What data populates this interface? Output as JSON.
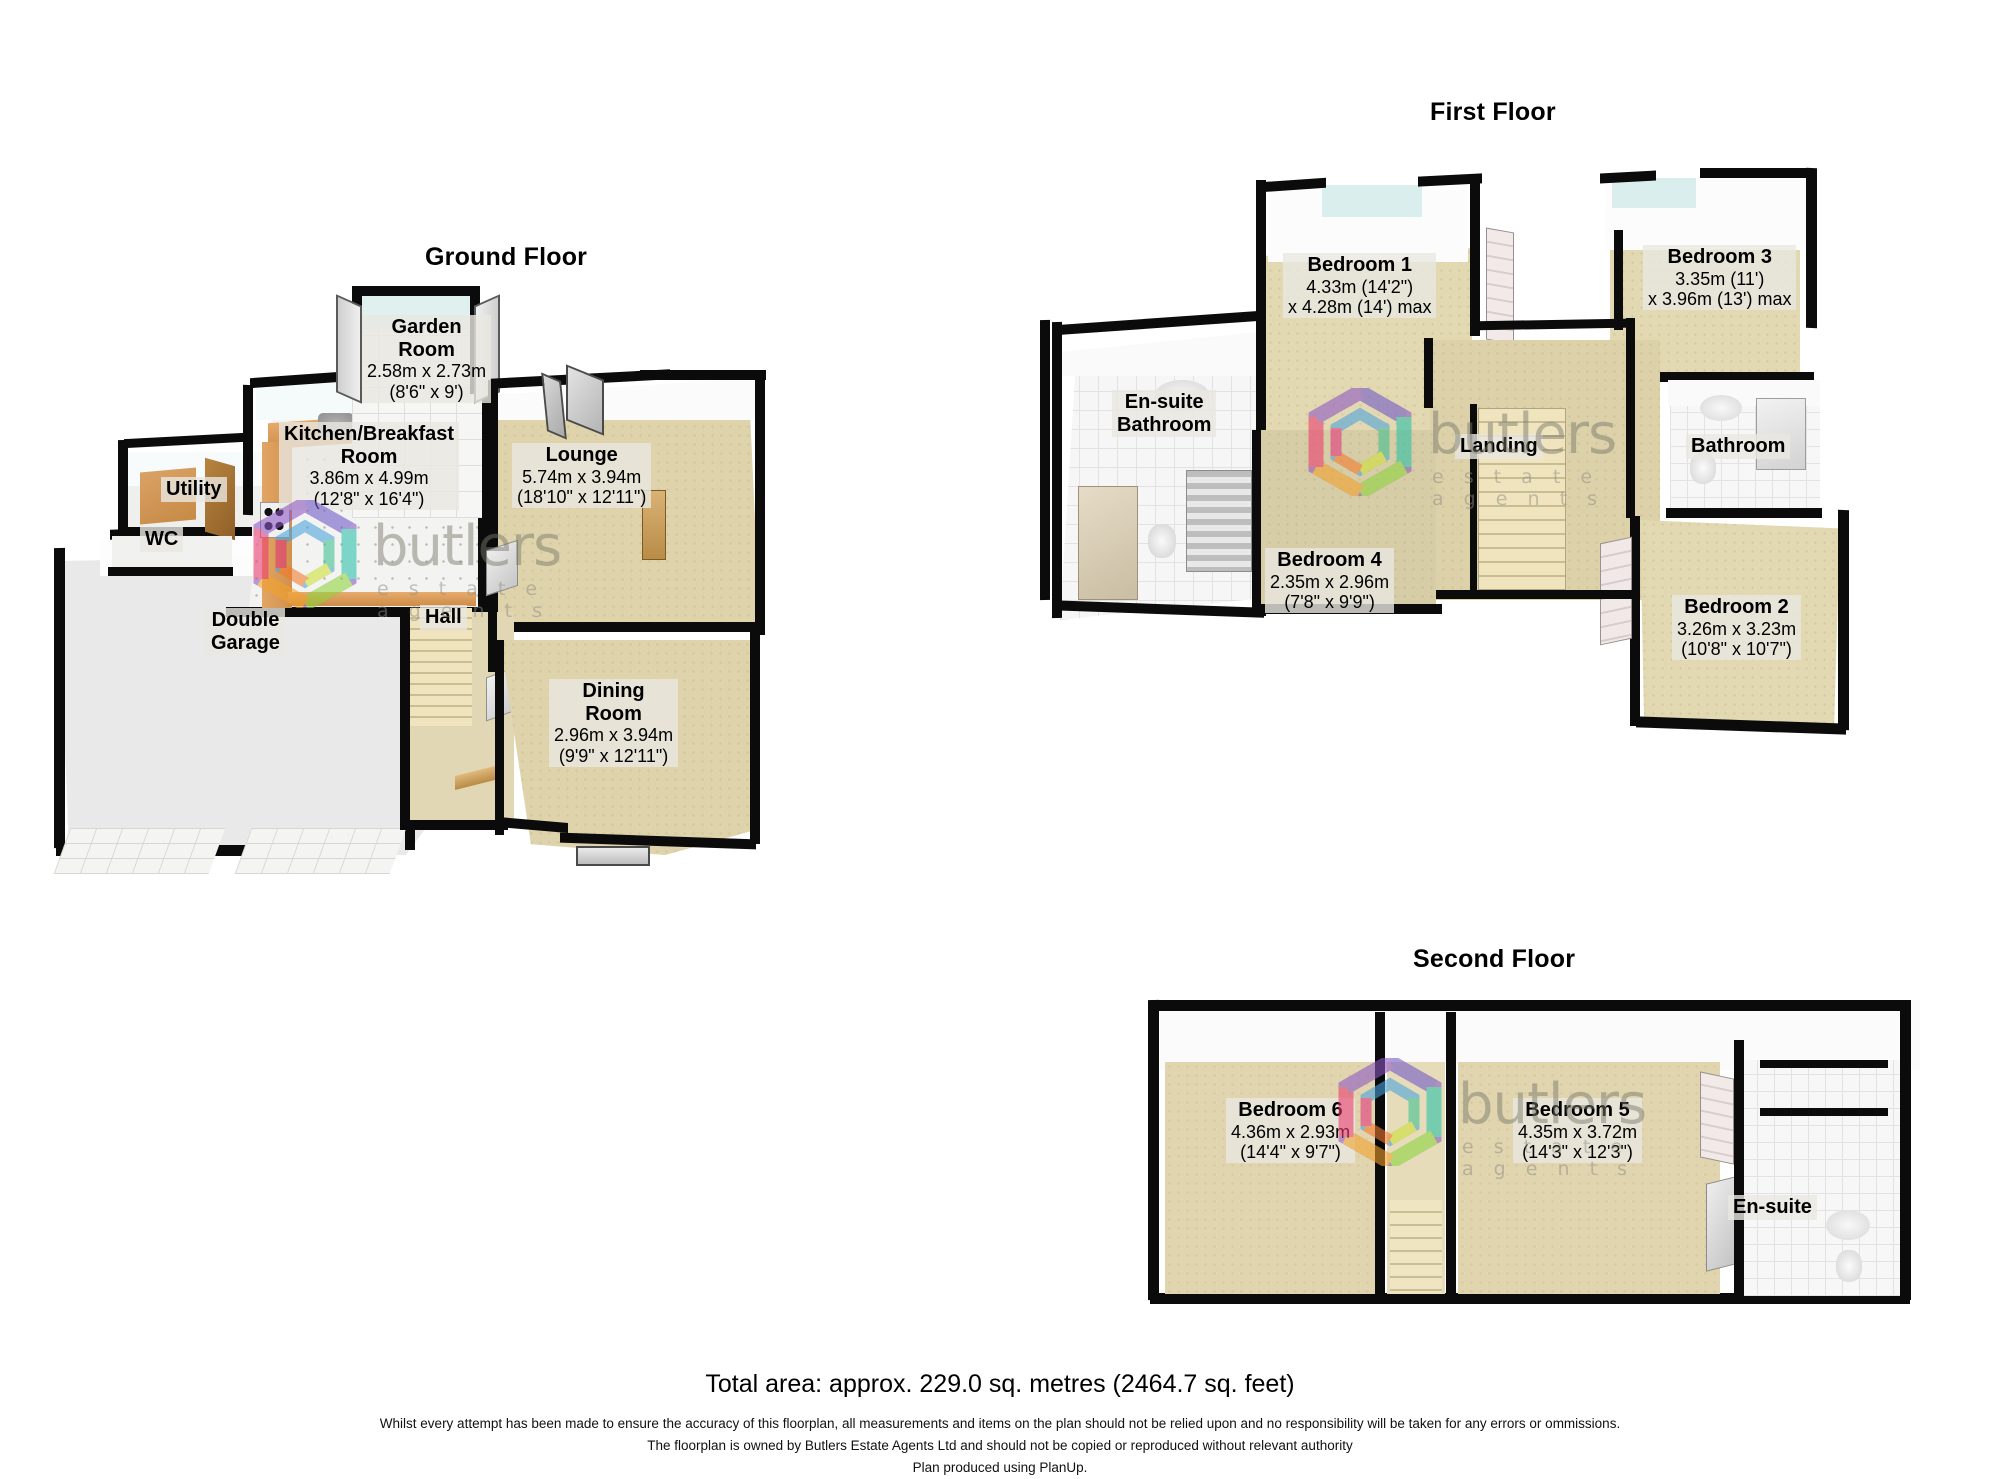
{
  "document": {
    "type": "floorplan",
    "total_area_line": "Total area: approx. 229.0 sq. metres (2464.7 sq. feet)",
    "disclaimer_line_1": "Whilst every attempt has been made to ensure the accuracy of this floorplan, all measurements and items on the plan should not be relied upon and no responsibility will be taken for any errors or ommissions.",
    "disclaimer_line_2": "The floorplan is owned by Butlers Estate Agents Ltd and should not be copied or reproduced without relevant authority",
    "disclaimer_line_3": "Plan produced using PlanUp."
  },
  "watermark": {
    "brand": "butlers",
    "tagline": "e s t a t e   a g e n t s",
    "logo_icon": "hexagon-spiral-icon"
  },
  "floors": [
    {
      "id": "ground",
      "title": "Ground Floor",
      "rooms": [
        {
          "name": "Garden Room",
          "metric": "2.58m x 2.73m",
          "imperial": "(8'6\" x 9')"
        },
        {
          "name": "Kitchen/Breakfast Room",
          "metric": "3.86m x 4.99m",
          "imperial": "(12'8\" x 16'4\")"
        },
        {
          "name": "Lounge",
          "metric": "5.74m x 3.94m",
          "imperial": "(18'10\" x 12'11\")"
        },
        {
          "name": "Dining Room",
          "metric": "2.96m x 3.94m",
          "imperial": "(9'9\" x 12'11\")"
        },
        {
          "name": "Utility",
          "metric": "",
          "imperial": ""
        },
        {
          "name": "WC",
          "metric": "",
          "imperial": ""
        },
        {
          "name": "Hall",
          "metric": "",
          "imperial": ""
        },
        {
          "name": "Double Garage",
          "metric": "",
          "imperial": ""
        }
      ]
    },
    {
      "id": "first",
      "title": "First Floor",
      "rooms": [
        {
          "name": "Bedroom 1",
          "metric": "4.33m (14'2\")",
          "imperial": "x 4.28m (14') max"
        },
        {
          "name": "Bedroom 3",
          "metric": "3.35m (11')",
          "imperial": "x 3.96m (13') max"
        },
        {
          "name": "Bedroom 4",
          "metric": "2.35m x 2.96m",
          "imperial": "(7'8\" x 9'9\")"
        },
        {
          "name": "Bedroom 2",
          "metric": "3.26m x 3.23m",
          "imperial": "(10'8\" x 10'7\")"
        },
        {
          "name": "En-suite Bathroom",
          "metric": "",
          "imperial": ""
        },
        {
          "name": "Landing",
          "metric": "",
          "imperial": ""
        },
        {
          "name": "Bathroom",
          "metric": "",
          "imperial": ""
        }
      ]
    },
    {
      "id": "second",
      "title": "Second Floor",
      "rooms": [
        {
          "name": "Bedroom 6",
          "metric": "4.36m x 2.93m",
          "imperial": "(14'4\" x 9'7\")"
        },
        {
          "name": "Bedroom 5",
          "metric": "4.35m x 3.72m",
          "imperial": "(14'3\" x 12'3\")"
        },
        {
          "name": "En-suite",
          "metric": "",
          "imperial": ""
        }
      ]
    }
  ],
  "labels": {
    "ground_garden_room_l1": "Garden",
    "ground_garden_room_l2": "Room",
    "ground_kitchen_l1": "Kitchen/Breakfast",
    "ground_kitchen_l2": "Room",
    "ground_dining_l1": "Dining",
    "ground_dining_l2": "Room",
    "ground_garage_l1": "Double",
    "ground_garage_l2": "Garage",
    "first_ensuite_l1": "En-suite",
    "first_ensuite_l2": "Bathroom"
  },
  "colors": {
    "wall": "#0b0b0b",
    "carpet_beige": "#ded3ab",
    "tile_white": "#f2f2f0",
    "garage_floor": "#e9e9e9",
    "label_bg": "#e9e7e1",
    "watermark_text": "#7a7a6e",
    "glass_tint": "#dff0ef"
  }
}
